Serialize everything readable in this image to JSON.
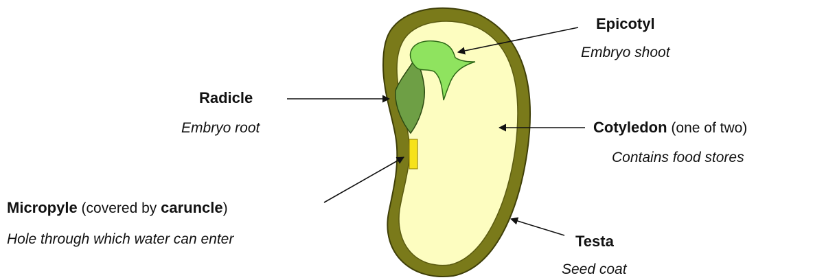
{
  "labels": {
    "epicotyl": {
      "name": "Epicotyl",
      "description": "Embryo shoot"
    },
    "radicle": {
      "name": "Radicle",
      "description": "Embryo root"
    },
    "cotyledon": {
      "name": "Cotyledon",
      "note": "(one of two)",
      "description": "Contains food stores"
    },
    "micropyle": {
      "name": "Micropyle",
      "note_before": "(covered by",
      "note_term": "caruncle",
      "note_after": ")",
      "description": "Hole through which water can enter"
    },
    "testa": {
      "name": "Testa",
      "description": "Seed coat"
    }
  },
  "colors": {
    "testa": "#7a7a1a",
    "cotyledon": "#fdfdc0",
    "epicotyl": "#8fe35f",
    "radicle": "#6e9f45",
    "micropyle": "#f6e21a",
    "arrow": "#111111"
  }
}
